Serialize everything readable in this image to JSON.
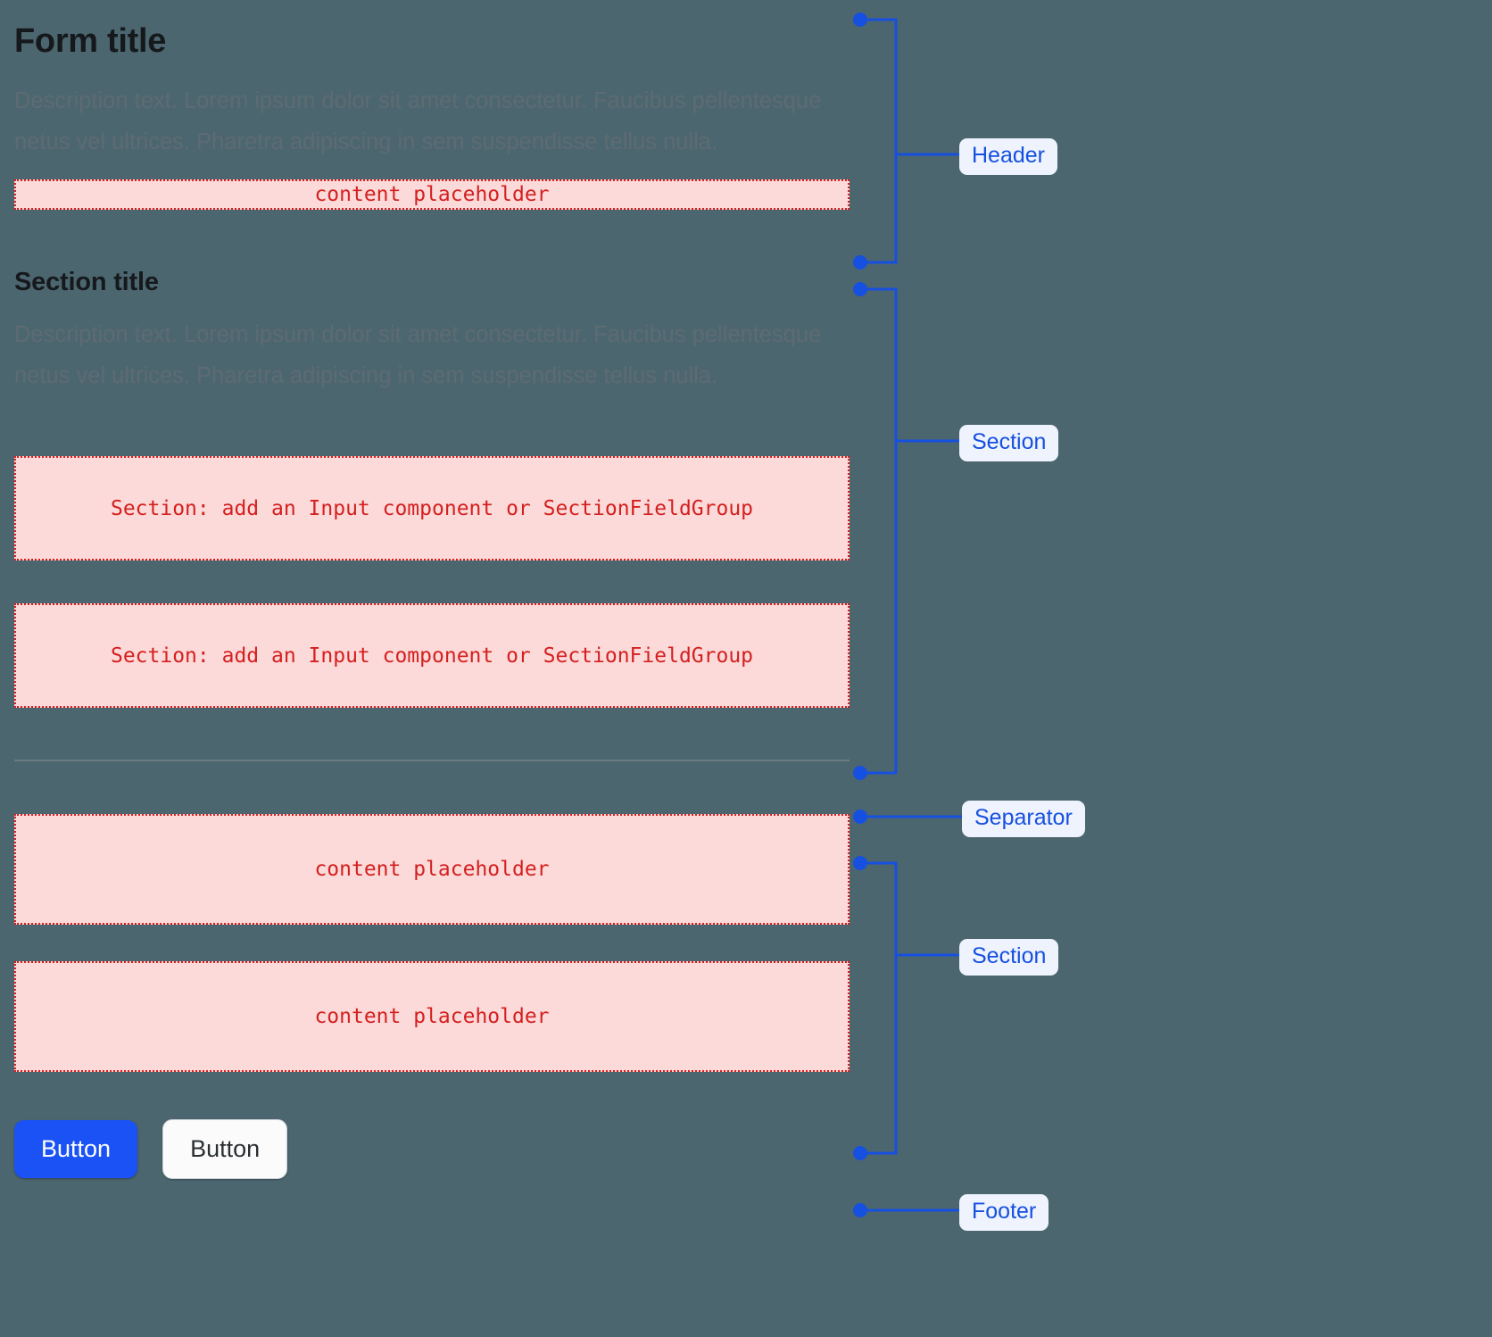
{
  "theme": {
    "background": "#4c6670",
    "accent_blue": "#1a52f5",
    "annotation_blue": "#1650e0",
    "annotation_chip_bg": "#eef3fe",
    "placeholder_fill": "#fcdad9",
    "placeholder_border": "#d91d1d",
    "placeholder_text": "#d42020",
    "heading_color": "#16191c",
    "description_color": "#5d6b72",
    "separator_color": "#6b7b82"
  },
  "form": {
    "title": "Form title",
    "header_description": "Description text. Lorem ipsum dolor sit amet consectetur. Faucibus pellentesque netus vel ultrices. Pharetra adipiscing in sem suspendisse tellus nulla.",
    "header_placeholder": "content placeholder",
    "section": {
      "title": "Section title",
      "description": "Description text. Lorem ipsum dolor sit amet consectetur. Faucibus pellentesque netus vel ultrices. Pharetra adipiscing in sem suspendisse tellus nulla.",
      "field_placeholder_1": "Section: add an Input component or SectionFieldGroup",
      "field_placeholder_2": "Section: add an Input component or SectionFieldGroup"
    },
    "section_two": {
      "content_placeholder_1": "content placeholder",
      "content_placeholder_2": "content placeholder"
    },
    "footer": {
      "primary_button": "Button",
      "secondary_button": "Button"
    }
  },
  "annotations": {
    "header": "Header",
    "section_one": "Section",
    "separator": "Separator",
    "section_two": "Section",
    "footer": "Footer"
  }
}
